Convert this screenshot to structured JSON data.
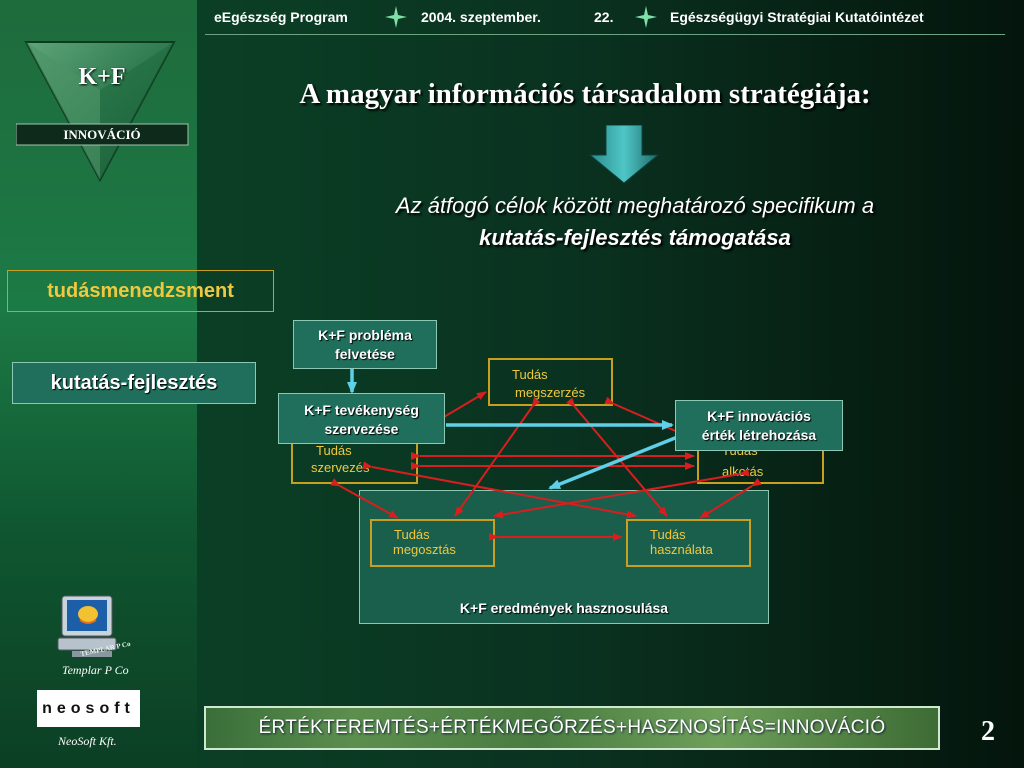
{
  "header": {
    "program": "eEgészség Program",
    "date": "2004. szeptember.",
    "page": "22.",
    "institute": "Egészségügyi Stratégiai Kutatóintézet"
  },
  "logo": {
    "title": "K+F",
    "subtitle": "INNOVÁCIÓ"
  },
  "title": "A magyar információs társadalom stratégiája:",
  "subtitle": {
    "line1": "Az átfogó célok között meghatározó specifikum a",
    "line2": "kutatás-fejlesztés támogatása"
  },
  "side_labels": {
    "knowledge_management": "tudásmenedzsment",
    "research_development": "kutatás-fejlesztés"
  },
  "diagram": {
    "rd_problem": [
      "K+F probléma",
      "felvetése"
    ],
    "rd_activity": [
      "K+F tevékenység",
      "szervezése"
    ],
    "rd_innovation": [
      "K+F innovációs",
      "érték létrehozása"
    ],
    "rd_results": "K+F eredmények hasznosulása",
    "knowledge_acquisition": [
      "Tudás",
      "megszerzés"
    ],
    "knowledge_organization": [
      "Tudás",
      "szervezés"
    ],
    "knowledge_creation": [
      "Tudás",
      "alkotás"
    ],
    "knowledge_sharing": [
      "Tudás",
      "megosztás"
    ],
    "knowledge_use": [
      "Tudás",
      "használata"
    ]
  },
  "bottom_banner": "ÉRTÉKTEREMTÉS+ÉRTÉKMEGŐRZÉS+HASZNOSÍTÁS=INNOVÁCIÓ",
  "slide_number": "2",
  "captions": {
    "templar_icon": "TEMPLAR P Co",
    "templar": "Templar P Co",
    "neosoft_logo": "neosoft",
    "neosoft": "NeoSoft Kft."
  },
  "colors": {
    "red_arrow": "#d81e1e",
    "cyan_arrow": "#5fd0e8",
    "yellow_border": "#c8a021",
    "teal_box": "#1f6f5c"
  }
}
